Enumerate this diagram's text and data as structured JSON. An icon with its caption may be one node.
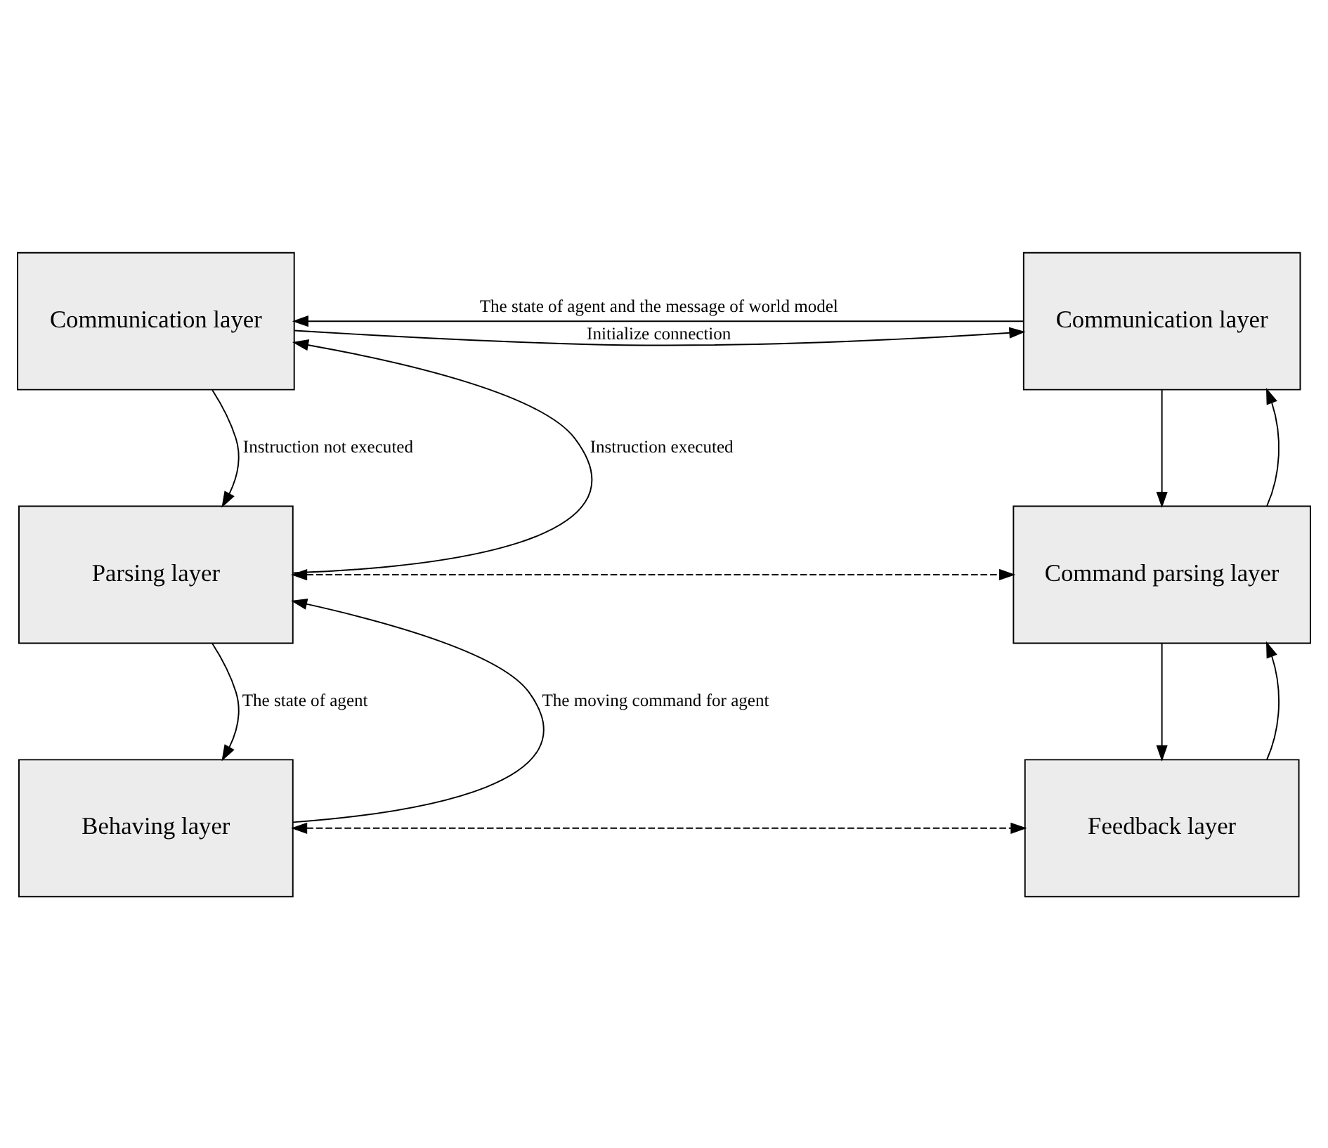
{
  "diagram": {
    "nodes": [
      {
        "text": [
          "Communication layer"
        ]
      },
      {
        "text": [
          "Communication layer"
        ]
      },
      {
        "text": [
          "Parsing layer"
        ]
      },
      {
        "text": [
          "Command parsing layer"
        ]
      },
      {
        "text": [
          "Behaving layer"
        ]
      },
      {
        "text": [
          "Feedback layer"
        ]
      }
    ],
    "edges": [
      {
        "from": 0,
        "to": 1,
        "arrow": "to",
        "label": "Initialize connection"
      },
      {
        "from": 1,
        "to": 0,
        "arrow": "to",
        "label": "The state of agent and the message of world model"
      },
      {
        "from": 2,
        "to": 0,
        "arrow": "to",
        "label": "Instruction executed"
      },
      {
        "from": 0,
        "to": 2,
        "arrow": "to",
        "label": "Instruction not executed"
      },
      {
        "from": 2,
        "to": 3,
        "arrow": "both",
        "style": "dashed"
      },
      {
        "from": 1,
        "to": 3,
        "arrow": "to"
      },
      {
        "from": 3,
        "to": 1,
        "arrow": "to"
      },
      {
        "from": 4,
        "to": 2,
        "arrow": "to",
        "label": "The moving command for agent"
      },
      {
        "from": 2,
        "to": 4,
        "arrow": "to",
        "label": "The state of agent"
      },
      {
        "from": 4,
        "to": 5,
        "arrow": "both",
        "style": "dashed"
      },
      {
        "from": 3,
        "to": 5,
        "arrow": "to"
      },
      {
        "from": 5,
        "to": 3,
        "arrow": "to"
      }
    ]
  }
}
